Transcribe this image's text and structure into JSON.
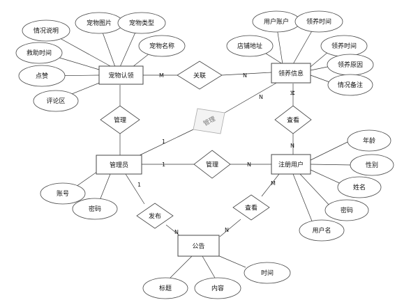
{
  "entities": {
    "pet_adoption": "宠物认领",
    "admin": "管理员",
    "adoption_info": "领养信息",
    "user": "注册用户",
    "notice": "公告"
  },
  "pet_adoption_attrs": [
    "情况说明",
    "宠物图片",
    "宠物类型",
    "宠物名称",
    "救助时间",
    "点赞",
    "评论区"
  ],
  "adoption_info_attrs": [
    "用户账户",
    "领养时间",
    "店铺地址",
    "领养时间",
    "领养原因",
    "情况备注"
  ],
  "user_attrs": [
    "年龄",
    "性别",
    "姓名",
    "密码",
    "用户名"
  ],
  "admin_attrs": [
    "账号",
    "密码"
  ],
  "notice_attrs": [
    "标题",
    "内容",
    "时间"
  ],
  "relations": {
    "link": "关联",
    "manage_pet": "管理",
    "manage_info": "管理",
    "view_info": "查看",
    "manage_user": "管理",
    "publish": "发布",
    "view_notice": "查看"
  },
  "cardinalities": {
    "m": "M",
    "n": "N",
    "one": "1"
  }
}
